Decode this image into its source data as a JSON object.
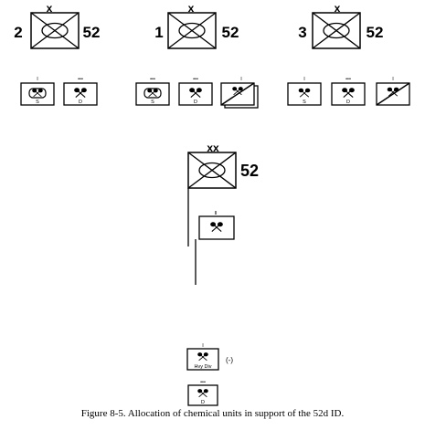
{
  "brigades": [
    {
      "number": "2",
      "parent": "52",
      "echelon": "x"
    },
    {
      "number": "1",
      "parent": "52",
      "echelon": "x"
    },
    {
      "number": "3",
      "parent": "52",
      "echelon": "x"
    }
  ],
  "division": {
    "parent": "52",
    "echelon": "xx"
  },
  "support_units": {
    "brigade2": [
      {
        "echelon": "I",
        "designation": "S"
      },
      {
        "echelon": "•••",
        "designation": "D"
      }
    ],
    "brigade1": [
      {
        "echelon": "•••",
        "designation": "S"
      },
      {
        "echelon": "•••",
        "designation": "D"
      },
      {
        "echelon": "I",
        "designation": ""
      }
    ],
    "brigade3": [
      {
        "echelon": "I",
        "designation": "S"
      },
      {
        "echelon": "•••",
        "designation": "D"
      },
      {
        "echelon": "I",
        "designation": ""
      }
    ]
  },
  "division_units": {
    "battalion": {
      "echelon": "II"
    },
    "heavy_div_company": {
      "echelon": "I",
      "designation": "Hvy Div",
      "suffix": "(-)"
    },
    "bottom_platoon": {
      "echelon": "•••",
      "designation": "D"
    }
  },
  "caption": "Figure 8-5. Allocation of chemical units in support of the 52d ID."
}
